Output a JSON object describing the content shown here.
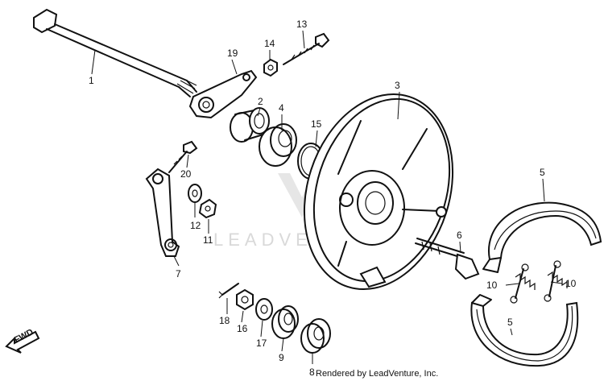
{
  "watermark": "LEADVENTURE",
  "credit": "Rendered by LeadVenture, Inc.",
  "direction_label": "FWD",
  "callouts": {
    "p1": "1",
    "p2": "2",
    "p3": "3",
    "p4": "4",
    "p5a": "5",
    "p5b": "5",
    "p6": "6",
    "p7": "7",
    "p8": "8",
    "p9": "9",
    "p10a": "10",
    "p10b": "10",
    "p11": "11",
    "p12": "12",
    "p13": "13",
    "p14": "14",
    "p15": "15",
    "p16": "16",
    "p17": "17",
    "p18": "18",
    "p19": "19",
    "p20": "20"
  }
}
